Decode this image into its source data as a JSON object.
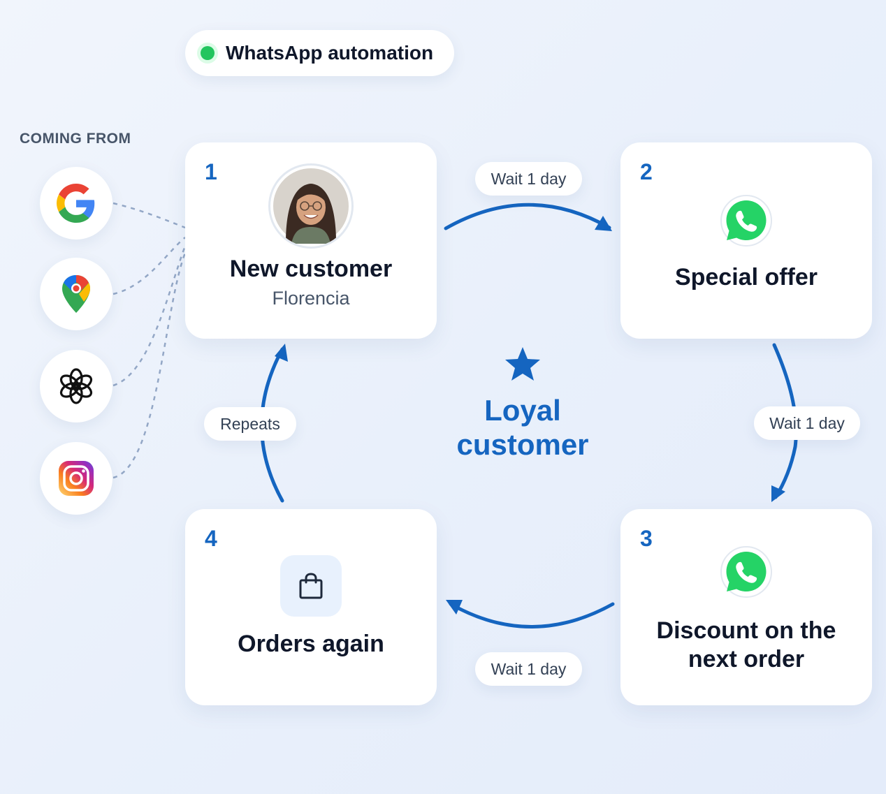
{
  "badge": {
    "label": "WhatsApp automation"
  },
  "sources": {
    "heading": "COMING FROM",
    "items": [
      {
        "icon": "google-icon"
      },
      {
        "icon": "google-maps-icon"
      },
      {
        "icon": "openai-icon"
      },
      {
        "icon": "instagram-icon"
      }
    ]
  },
  "steps": [
    {
      "number": "1",
      "title": "New customer",
      "subtitle": "Florencia",
      "icon": "avatar"
    },
    {
      "number": "2",
      "title": "Special offer",
      "icon": "whatsapp-icon"
    },
    {
      "number": "3",
      "title_line1": "Discount on the",
      "title_line2": "next order",
      "icon": "whatsapp-icon"
    },
    {
      "number": "4",
      "title": "Orders again",
      "icon": "shopping-bag-icon"
    }
  ],
  "transitions": {
    "wait_1_to_2": "Wait 1 day",
    "wait_2_to_3": "Wait 1 day",
    "wait_3_to_4": "Wait 1 day",
    "repeat_4_to_1": "Repeats"
  },
  "center": {
    "line1": "Loyal",
    "line2": "customer",
    "icon": "star-icon"
  },
  "colors": {
    "accent": "#1565c0",
    "status_dot": "#22c55e",
    "whatsapp": "#25d366",
    "bag_tile": "#e8f1fd",
    "dashes": "#93a7c6"
  }
}
